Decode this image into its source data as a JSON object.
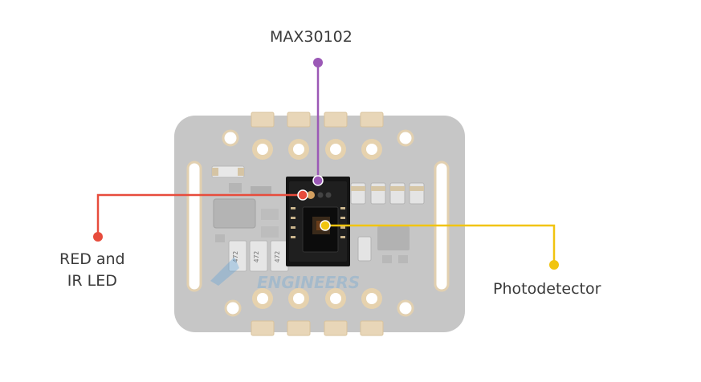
{
  "callouts": {
    "max30102": {
      "label": "MAX30102",
      "color": "#9b59b6"
    },
    "red_ir_led": {
      "line1": "RED and",
      "line2": "IR LED",
      "color": "#e74c3c"
    },
    "photodetector": {
      "label": "Photodetector",
      "color": "#f1c40f"
    }
  },
  "board": {
    "color": "#c6c6c6",
    "pad_color": "#e8d6b8",
    "component_marks": [
      "472",
      "472",
      "472"
    ],
    "watermark": "ENGINEERS"
  }
}
